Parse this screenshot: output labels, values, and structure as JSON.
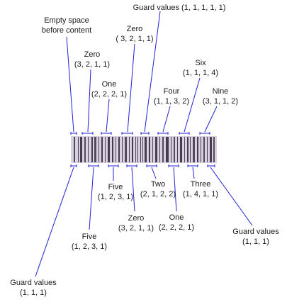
{
  "theme": {
    "line_color": "#1f22d8",
    "text_color": "#1a1a1a",
    "bar_color": "#2a2436",
    "strip_color": "#cfc4d8"
  },
  "annotations_top": [
    {
      "id": "empty-space",
      "label": "Empty space\nbefore content"
    },
    {
      "id": "zero-1",
      "label": "Zero\n(3, 2, 1, 1)"
    },
    {
      "id": "one-1",
      "label": "One\n(2, 2, 2, 1)"
    },
    {
      "id": "zero-2",
      "label": "Zero\n( 3, 2, 1, 1)"
    },
    {
      "id": "guard-center",
      "label": "Guard values (1, 1, 1, 1, 1)"
    },
    {
      "id": "four",
      "label": "Four\n(1, 1, 3, 2)"
    },
    {
      "id": "six",
      "label": "Six\n(1, 1, 1, 4)"
    },
    {
      "id": "nine",
      "label": "Nine\n(3, 1, 1, 2)"
    }
  ],
  "annotations_bottom": [
    {
      "id": "guard-left",
      "label": "Guard values\n(1, 1, 1)"
    },
    {
      "id": "five-1",
      "label": "Five\n(1, 2, 3, 1)"
    },
    {
      "id": "five-2",
      "label": "Five\n(1, 2, 3, 1)"
    },
    {
      "id": "zero-3",
      "label": "Zero\n(3, 2, 1, 1)"
    },
    {
      "id": "two",
      "label": "Two\n(2, 1, 2, 2)"
    },
    {
      "id": "one-2",
      "label": "One\n(2, 2, 2, 1)"
    },
    {
      "id": "three",
      "label": "Three\n(1, 4, 1, 1)"
    },
    {
      "id": "guard-right",
      "label": "Guard values\n(1, 1, 1)"
    }
  ]
}
